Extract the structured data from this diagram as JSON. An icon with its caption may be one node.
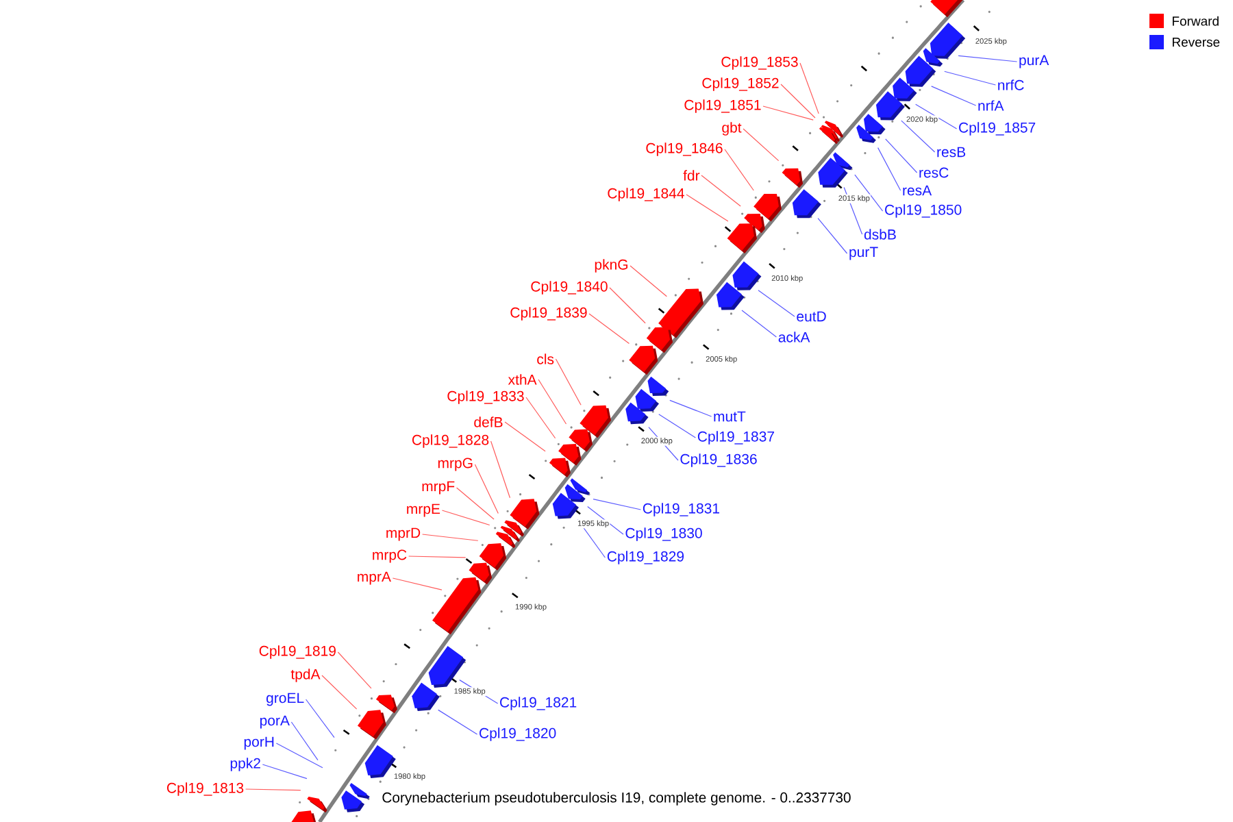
{
  "diagram": {
    "title": "Corynebacterium pseudotuberculosis I19, complete genome. - 0..2337730",
    "nodes": [
      {
        "text": [
          "purA"
        ]
      },
      {
        "text": [
          "Cpl19_1853"
        ]
      },
      {
        "text": [
          "Cpl19_1852"
        ]
      },
      {
        "text": [
          "nrfC"
        ]
      },
      {
        "text": [
          "Cpl19_1851"
        ]
      },
      {
        "text": [
          "nrfA"
        ]
      },
      {
        "text": [
          "gbt"
        ]
      },
      {
        "text": [
          "Cpl19_1857"
        ]
      },
      {
        "text": [
          "Cpl19_1846"
        ]
      },
      {
        "text": [
          "resB"
        ]
      },
      {
        "text": [
          "resC"
        ]
      },
      {
        "text": [
          "fdr"
        ]
      },
      {
        "text": [
          "resA"
        ]
      },
      {
        "text": [
          "Cpl19_1844"
        ]
      },
      {
        "text": [
          "Cpl19_1850"
        ]
      },
      {
        "text": [
          "dsbB"
        ]
      },
      {
        "text": [
          "purT"
        ]
      },
      {
        "text": [
          "pknG"
        ]
      },
      {
        "text": [
          "Cpl19_1840"
        ]
      },
      {
        "text": [
          "Cpl19_1839"
        ]
      },
      {
        "text": [
          "eutD"
        ]
      },
      {
        "text": [
          "ackA"
        ]
      },
      {
        "text": [
          "cls"
        ]
      },
      {
        "text": [
          "xthA"
        ]
      },
      {
        "text": [
          "Cpl19_1833"
        ]
      },
      {
        "text": [
          "mutT"
        ]
      },
      {
        "text": [
          "defB"
        ]
      },
      {
        "text": [
          "Cpl19_1837"
        ]
      },
      {
        "text": [
          "Cpl19_1828"
        ]
      },
      {
        "text": [
          "Cpl19_1836"
        ]
      },
      {
        "text": [
          "mrpG"
        ]
      },
      {
        "text": [
          "mrpF"
        ]
      },
      {
        "text": [
          "Cpl19_1831"
        ]
      },
      {
        "text": [
          "mrpE"
        ]
      },
      {
        "text": [
          "mprD"
        ]
      },
      {
        "text": [
          "Cpl19_1830"
        ]
      },
      {
        "text": [
          "mrpC"
        ]
      },
      {
        "text": [
          "Cpl19_1829"
        ]
      },
      {
        "text": [
          "mprA"
        ]
      },
      {
        "text": [
          "Cpl19_1819"
        ]
      },
      {
        "text": [
          "tpdA"
        ]
      },
      {
        "text": [
          "groEL"
        ]
      },
      {
        "text": [
          "Cpl19_1821"
        ]
      },
      {
        "text": [
          "porA"
        ]
      },
      {
        "text": [
          "Cpl19_1820"
        ]
      },
      {
        "text": [
          "porH"
        ]
      },
      {
        "text": [
          "ppk2"
        ]
      },
      {
        "text": [
          "Cpl19_1813"
        ]
      },
      {
        "text": [],
        "shape": "pentagon"
      },
      {
        "text": [],
        "shape": "pentagon"
      },
      {
        "text": [],
        "shape": "pentagon"
      },
      {
        "text": [],
        "shape": "pentagon"
      },
      {
        "text": [],
        "shape": "pentagon"
      },
      {
        "text": [],
        "shape": "pentagon"
      },
      {
        "text": [],
        "shape": "pentagon"
      },
      {
        "text": [],
        "shape": "pentagon"
      },
      {
        "text": [],
        "shape": "pentagon"
      },
      {
        "text": [],
        "shape": "pentagon"
      },
      {
        "text": [],
        "shape": "pentagon"
      },
      {
        "text": [],
        "shape": "pentagon"
      },
      {
        "text": [],
        "shape": "pentagon"
      },
      {
        "text": [],
        "shape": "pentagon"
      },
      {
        "text": [],
        "shape": "pentagon"
      },
      {
        "text": [],
        "shape": "pentagon"
      },
      {
        "text": [],
        "shape": "pentagon"
      },
      {
        "text": [],
        "shape": "pentagon"
      },
      {
        "text": [],
        "shape": "pentagon"
      },
      {
        "text": [],
        "shape": "pentagon"
      },
      {
        "text": [],
        "shape": "pentagon"
      },
      {
        "text": [],
        "shape": "pentagon"
      },
      {
        "text": [],
        "shape": "pentagon"
      },
      {
        "text": [],
        "shape": "pentagon"
      },
      {
        "text": [],
        "shape": "pentagon"
      },
      {
        "text": [],
        "shape": "pentagon"
      },
      {
        "text": [],
        "shape": "pentagon"
      },
      {
        "text": [],
        "shape": "pentagon"
      },
      {
        "text": [],
        "shape": "pentagon"
      },
      {
        "text": [],
        "shape": "pentagon"
      },
      {
        "text": [],
        "shape": "pentagon"
      },
      {
        "text": [],
        "shape": "pentagon"
      },
      {
        "text": [],
        "shape": "pentagon"
      },
      {
        "text": [],
        "shape": "pentagon"
      },
      {
        "text": [],
        "shape": "pentagon"
      },
      {
        "text": [],
        "shape": "pentagon"
      },
      {
        "text": [],
        "shape": "pentagon"
      },
      {
        "text": [],
        "shape": "pentagon"
      },
      {
        "text": [],
        "shape": "pentagon"
      },
      {
        "text": [],
        "shape": "pentagon"
      },
      {
        "text": [],
        "shape": "pentagon"
      },
      {
        "text": [],
        "shape": "pentagon"
      },
      {
        "text": [],
        "shape": "pentagon"
      },
      {
        "text": [],
        "shape": "pentagon"
      },
      {
        "text": [],
        "shape": "pentagon"
      },
      {
        "text": [],
        "shape": "pentagon"
      },
      {
        "text": [],
        "shape": "pentagon"
      },
      {
        "text": [],
        "shape": "pentagon"
      },
      {
        "text": [],
        "shape": "pentagon"
      }
    ],
    "edges": [
      {
        "from": 0,
        "to": 49,
        "arrow": "none",
        "color": "#5a5aff"
      },
      {
        "from": 1,
        "to": 56,
        "arrow": "none",
        "color": "#ff5a5a"
      },
      {
        "from": 2,
        "to": 57,
        "arrow": "none",
        "color": "#ff5a5a"
      },
      {
        "from": 3,
        "to": 50,
        "arrow": "none",
        "color": "#5a5aff"
      },
      {
        "from": 4,
        "to": 58,
        "arrow": "none",
        "color": "#ff5a5a"
      },
      {
        "from": 5,
        "to": 51,
        "arrow": "none",
        "color": "#5a5aff"
      },
      {
        "from": 6,
        "to": 61,
        "arrow": "none",
        "color": "#ff5a5a"
      },
      {
        "from": 7,
        "to": 52,
        "arrow": "none",
        "color": "#5a5aff"
      },
      {
        "from": 8,
        "to": 63,
        "arrow": "none",
        "color": "#ff5a5a"
      },
      {
        "from": 9,
        "to": 53,
        "arrow": "none",
        "color": "#5a5aff"
      },
      {
        "from": 10,
        "to": 54,
        "arrow": "none",
        "color": "#5a5aff"
      },
      {
        "from": 11,
        "to": 64,
        "arrow": "none",
        "color": "#ff5a5a"
      },
      {
        "from": 12,
        "to": 55,
        "arrow": "none",
        "color": "#5a5aff"
      },
      {
        "from": 13,
        "to": 65,
        "arrow": "none",
        "color": "#ff5a5a"
      },
      {
        "from": 14,
        "to": 59,
        "arrow": "none",
        "color": "#5a5aff"
      },
      {
        "from": 15,
        "to": 60,
        "arrow": "none",
        "color": "#5a5aff"
      },
      {
        "from": 16,
        "to": 62,
        "arrow": "none",
        "color": "#5a5aff"
      },
      {
        "from": 17,
        "to": 68,
        "arrow": "none",
        "color": "#ff5a5a"
      },
      {
        "from": 18,
        "to": 69,
        "arrow": "none",
        "color": "#ff5a5a"
      },
      {
        "from": 19,
        "to": 70,
        "arrow": "none",
        "color": "#ff5a5a"
      },
      {
        "from": 20,
        "to": 66,
        "arrow": "none",
        "color": "#5a5aff"
      },
      {
        "from": 21,
        "to": 67,
        "arrow": "none",
        "color": "#5a5aff"
      },
      {
        "from": 22,
        "to": 74,
        "arrow": "none",
        "color": "#ff5a5a"
      },
      {
        "from": 23,
        "to": 75,
        "arrow": "none",
        "color": "#ff5a5a"
      },
      {
        "from": 24,
        "to": 76,
        "arrow": "none",
        "color": "#ff5a5a"
      },
      {
        "from": 25,
        "to": 71,
        "arrow": "none",
        "color": "#5a5aff"
      },
      {
        "from": 26,
        "to": 77,
        "arrow": "none",
        "color": "#ff5a5a"
      },
      {
        "from": 27,
        "to": 72,
        "arrow": "none",
        "color": "#5a5aff"
      },
      {
        "from": 28,
        "to": 81,
        "arrow": "none",
        "color": "#ff5a5a"
      },
      {
        "from": 29,
        "to": 73,
        "arrow": "none",
        "color": "#5a5aff"
      },
      {
        "from": 30,
        "to": 82,
        "arrow": "none",
        "color": "#ff5a5a"
      },
      {
        "from": 31,
        "to": 83,
        "arrow": "none",
        "color": "#ff5a5a"
      },
      {
        "from": 32,
        "to": 78,
        "arrow": "none",
        "color": "#5a5aff"
      },
      {
        "from": 33,
        "to": 84,
        "arrow": "none",
        "color": "#ff5a5a"
      },
      {
        "from": 34,
        "to": 85,
        "arrow": "none",
        "color": "#ff5a5a"
      },
      {
        "from": 35,
        "to": 79,
        "arrow": "none",
        "color": "#5a5aff"
      },
      {
        "from": 36,
        "to": 86,
        "arrow": "none",
        "color": "#ff5a5a"
      },
      {
        "from": 37,
        "to": 80,
        "arrow": "none",
        "color": "#5a5aff"
      },
      {
        "from": 38,
        "to": 87,
        "arrow": "none",
        "color": "#ff5a5a"
      },
      {
        "from": 39,
        "to": 90,
        "arrow": "none",
        "color": "#ff5a5a"
      },
      {
        "from": 40,
        "to": 91,
        "arrow": "none",
        "color": "#ff5a5a"
      },
      {
        "from": 41,
        "to": null,
        "arrow": "none",
        "color": "#5a5aff"
      },
      {
        "from": 42,
        "to": 88,
        "arrow": "none",
        "color": "#5a5aff"
      },
      {
        "from": 43,
        "to": null,
        "arrow": "none",
        "color": "#5a5aff"
      },
      {
        "from": 44,
        "to": 89,
        "arrow": "none",
        "color": "#5a5aff"
      },
      {
        "from": 45,
        "to": null,
        "arrow": "none",
        "color": "#5a5aff"
      },
      {
        "from": 46,
        "to": null,
        "arrow": "none",
        "color": "#5a5aff"
      },
      {
        "from": 47,
        "to": 95,
        "arrow": "none",
        "color": "#ff5a5a"
      }
    ],
    "labels": [
      "2025 kbp",
      "2020 kbp",
      "2015 kbp",
      "2010 kbp",
      "2005 kbp",
      "2000 kbp",
      "1995 kbp",
      "1990 kbp",
      "1985 kbp",
      "1980 kbp"
    ],
    "legend": [
      {
        "text": "Forward",
        "color": "#ff0000"
      },
      {
        "text": "Reverse",
        "color": "#1a1aff"
      }
    ]
  }
}
